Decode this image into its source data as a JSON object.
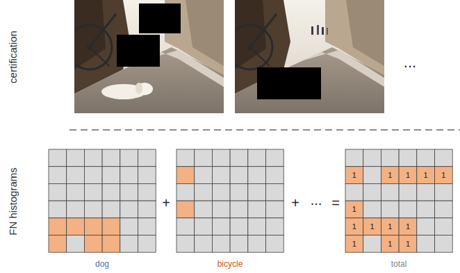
{
  "diagram": {
    "labels": [
      "certification",
      "...",
      "FN histograms",
      "+",
      "+",
      "...",
      "=",
      "dog",
      "bicycle",
      "total",
      "1",
      "1",
      "1",
      "1",
      "1",
      "1",
      "1",
      "1",
      "1",
      "1",
      "1",
      "1",
      "1"
    ]
  }
}
